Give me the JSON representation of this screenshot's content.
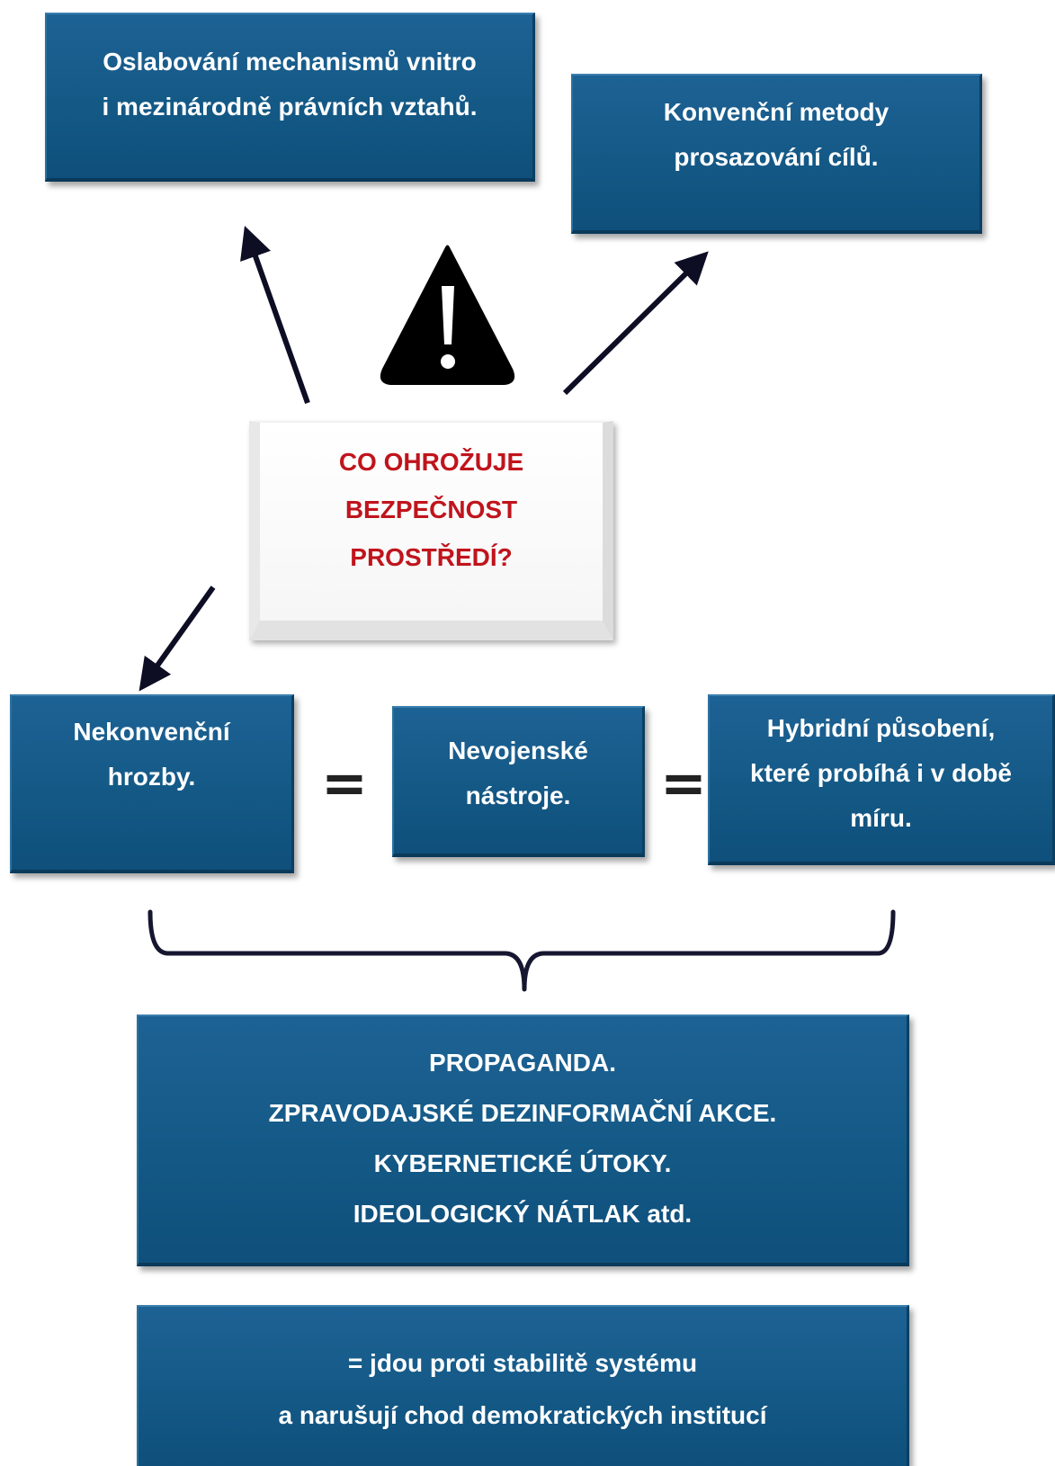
{
  "top_left_box": {
    "lines": [
      "Oslabování mechanismů vnitro",
      "i mezinárodně právních vztahů."
    ]
  },
  "top_right_box": {
    "lines": [
      "Konvenční metody",
      "prosazování cílů."
    ]
  },
  "center_question": {
    "lines": [
      "CO OHROŽUJE",
      "BEZPEČNOST",
      "PROSTŘEDÍ?"
    ]
  },
  "warning_icon": "warning-triangle-icon",
  "row_boxes": {
    "left": {
      "lines": [
        "Nekonvenční",
        "hrozby."
      ]
    },
    "middle": {
      "lines": [
        "Nevojenské",
        "nástroje."
      ]
    },
    "right": {
      "lines": [
        "Hybridní působení,",
        "které probíhá i v době",
        "míru."
      ]
    },
    "equals_sign": "="
  },
  "summary_box": {
    "lines": [
      "PROPAGANDA.",
      "ZPRAVODAJSKÉ DEZINFORMAČNÍ AKCE.",
      "KYBERNETICKÉ ÚTOKY.",
      "IDEOLOGICKÝ NÁTLAK atd."
    ]
  },
  "conclusion_box": {
    "lines": [
      "= jdou proti stabilitě systému",
      "a narušují chod demokratických institucí"
    ]
  },
  "colors": {
    "box_blue": "#145986",
    "question_red": "#c0141c",
    "arrow": "#0d0d24"
  }
}
